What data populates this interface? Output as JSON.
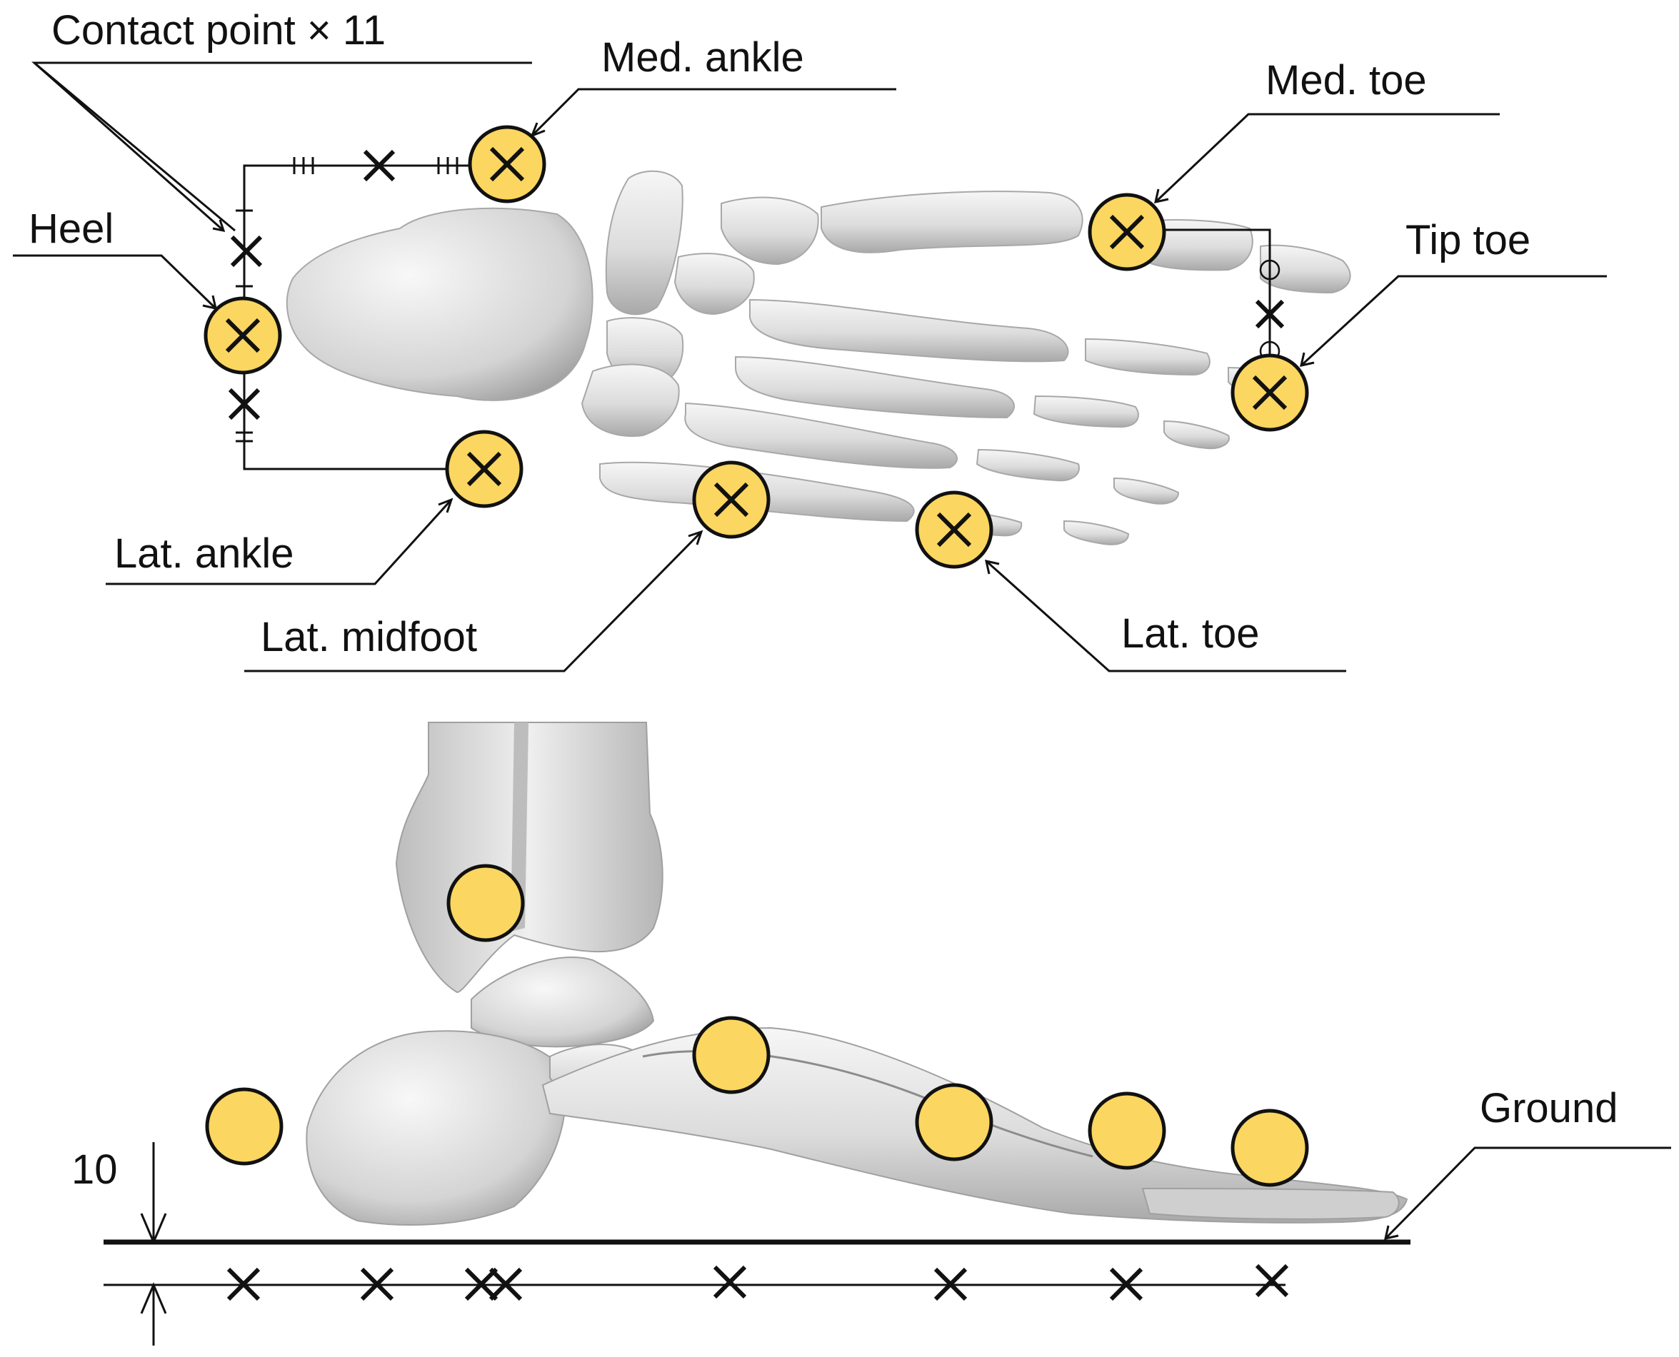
{
  "labels": {
    "contact_point": "Contact point × 11",
    "med_ankle": "Med. ankle",
    "med_toe": "Med. toe",
    "heel": "Heel",
    "tip_toe": "Tip toe",
    "lat_ankle": "Lat. ankle",
    "lat_midfoot": "Lat. midfoot",
    "lat_toe": "Lat. toe",
    "ground": "Ground",
    "dimension": "10"
  },
  "colors": {
    "marker_fill": "#FBD660",
    "marker_stroke": "#111111",
    "bone_light": "#EDEDED",
    "bone_mid": "#C9C9C9",
    "bone_dark": "#9A9A9A",
    "line": "#111111"
  }
}
